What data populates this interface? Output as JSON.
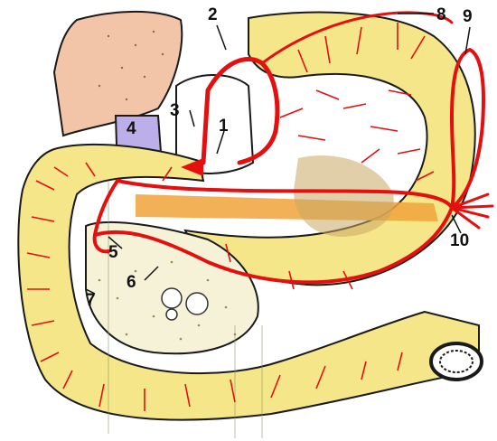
{
  "labels": [
    "1",
    "2",
    "3",
    "4",
    "5",
    "6",
    "7",
    "8",
    "9",
    "10"
  ],
  "colors": {
    "stomach": "#f5e68a",
    "duodenum": "#f5e68a",
    "pancreas": "#f0a23a",
    "liver": "#f2c4a8",
    "artery": "#e3100f",
    "outline": "#1a1a1a",
    "gallbladder": "#bcaee8",
    "head_pancreas_fill": "#f6f2d8"
  },
  "icons": [
    "gallbladder-shape",
    "liver-shape",
    "spleen-vessels",
    "duodenum-lumen"
  ]
}
